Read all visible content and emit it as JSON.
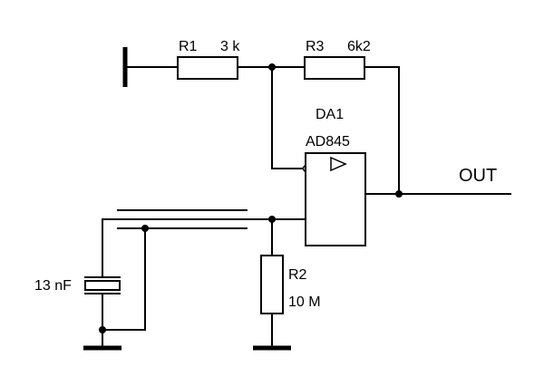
{
  "components": {
    "r1": {
      "name": "R1",
      "value": "3 k"
    },
    "r3": {
      "name": "R3",
      "value": "6k2"
    },
    "r2": {
      "name": "R2",
      "value": "10 M"
    },
    "opamp": {
      "name": "DA1",
      "part": "AD845"
    },
    "crystal": {
      "value": "13 nF"
    }
  },
  "output": {
    "label": "OUT"
  }
}
